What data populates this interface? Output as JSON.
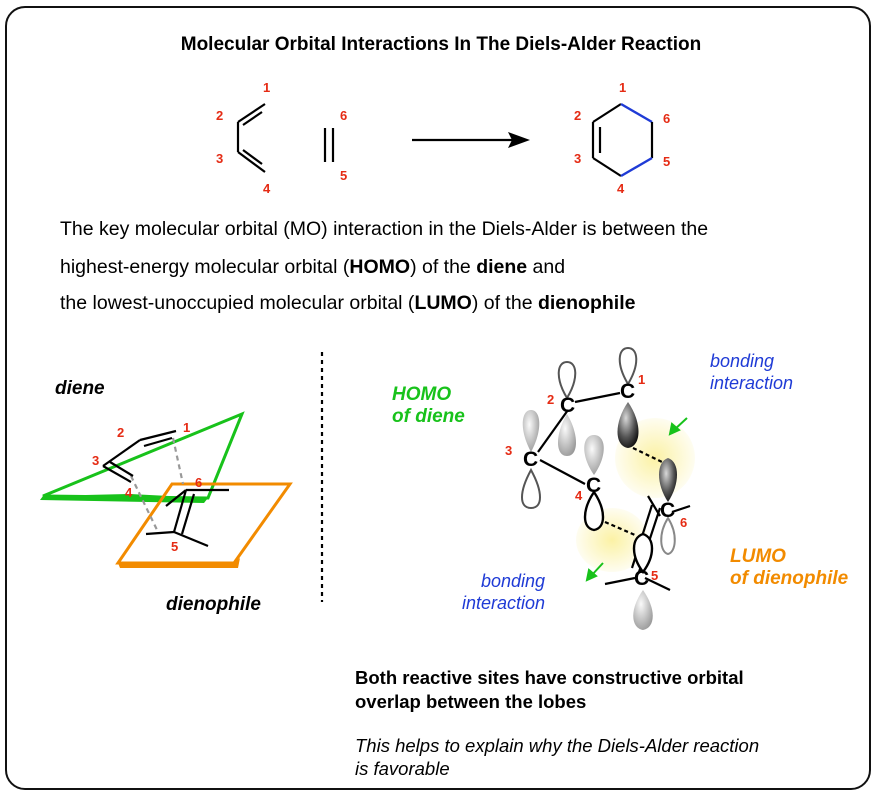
{
  "title": "Molecular Orbital Interactions In The Diels-Alder Reaction",
  "atom_numbers": [
    "1",
    "2",
    "3",
    "4",
    "5",
    "6"
  ],
  "paragraph": {
    "line1": "The key molecular orbital (MO) interaction in the Diels-Alder is between the",
    "line2_pre": "highest-energy molecular orbital (",
    "homo": "HOMO",
    "line2_mid": ") of the ",
    "diene": "diene",
    "line2_post": " and",
    "line3_pre": "the lowest-unoccupied molecular orbital (",
    "lumo": "LUMO",
    "line3_mid": ") of the ",
    "dienophile": "dienophile"
  },
  "left_labels": {
    "diene": "diene",
    "dienophile": "dienophile"
  },
  "homo_label": {
    "line1": "HOMO",
    "line2": "of diene"
  },
  "lumo_label": {
    "line1": "LUMO",
    "line2": "of dienophile"
  },
  "bonding_top": {
    "line1": "bonding",
    "line2": "interaction"
  },
  "bonding_bottom": {
    "line1": "bonding",
    "line2": "interaction"
  },
  "carbon_symbol": "C",
  "conclusion": {
    "line1": "Both reactive sites have constructive orbital",
    "line2": "overlap between the lobes"
  },
  "note": {
    "line1": "This helps to explain why the Diels-Alder reaction",
    "line2": "is favorable"
  },
  "colors": {
    "red": "#e52b14",
    "green": "#18c21b",
    "orange": "#f28b00",
    "blue": "#1f3bd6",
    "new_bond": "#1f3bd6"
  }
}
